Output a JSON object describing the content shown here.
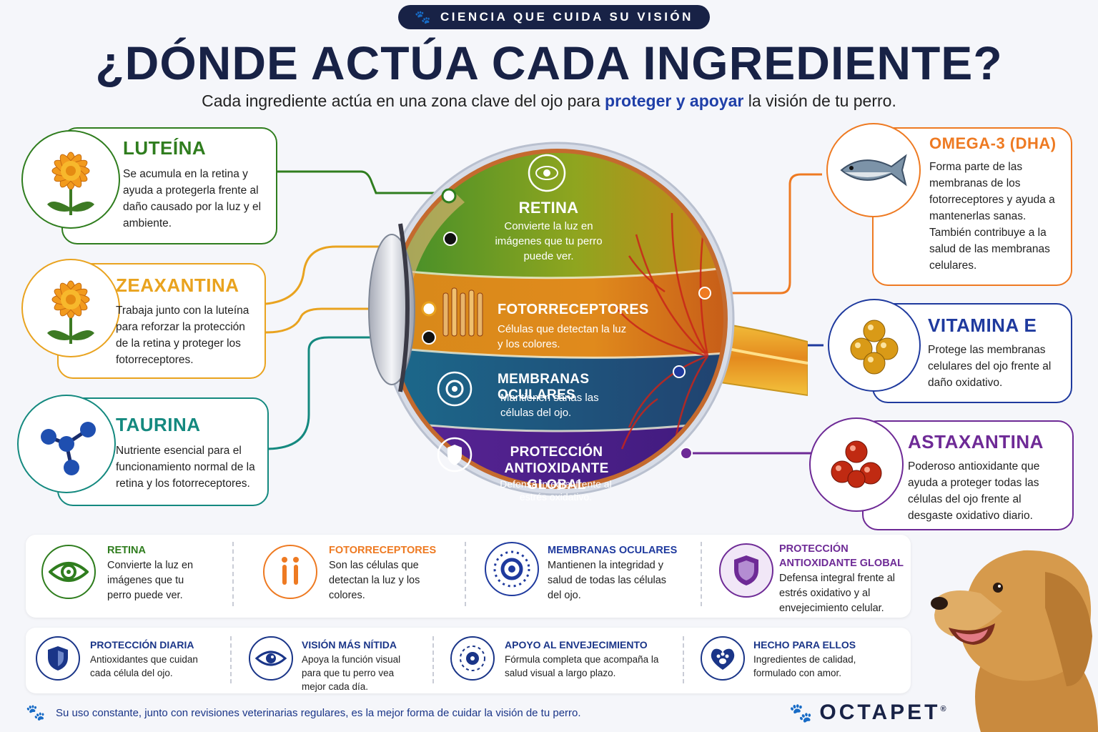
{
  "header": {
    "tagline": "CIENCIA QUE CUIDA SU VISIÓN",
    "title": "¿DÓNDE ACTÚA CADA INGREDIENTE?",
    "subtitle_before": "Cada ingrediente actúa en una zona clave del ojo para ",
    "subtitle_highlight": "proteger y apoyar",
    "subtitle_after": " la visión de tu perro."
  },
  "ingredients_left": [
    {
      "name": "LUTEÍNA",
      "desc": "Se acumula en la retina y ayuda a protegerla frente al daño causado por la luz y el ambiente.",
      "color": "#2f7d1e",
      "icon": "marigold-flower-icon"
    },
    {
      "name": "ZEAXANTINA",
      "desc": "Trabaja junto con la luteína para reforzar la protección de la retina y proteger los fotorreceptores.",
      "color": "#e9a31f",
      "icon": "marigold-flower-icon"
    },
    {
      "name": "TAURINA",
      "desc": "Nutriente esencial para el funcionamiento normal de la retina y los fotorreceptores.",
      "color": "#14897f",
      "icon": "molecule-icon"
    }
  ],
  "ingredients_right": [
    {
      "name": "OMEGA-3 (DHA)",
      "desc": "Forma parte de las membranas de los fotorreceptores y ayuda a mantenerlas sanas. También contribuye a la salud de las membranas celulares.",
      "color": "#ee7a22",
      "icon": "fish-icon"
    },
    {
      "name": "VITAMINA E",
      "desc": "Protege las membranas celulares del ojo frente al daño oxidativo.",
      "color": "#1f3a9e",
      "icon": "golden-capsules-icon"
    },
    {
      "name": "ASTAXANTINA",
      "desc": "Poderoso antioxidante que ayuda a proteger todas las células del ojo frente al desgaste oxidativo diario.",
      "color": "#6e2a96",
      "icon": "red-capsules-icon"
    }
  ],
  "eye_zones": [
    {
      "title": "RETINA",
      "desc": "Convierte la luz en imágenes que tu perro puede ver."
    },
    {
      "title": "FOTORRECEPTORES",
      "desc": "Células que detectan la luz y los colores."
    },
    {
      "title": "MEMBRANAS OCULARES",
      "desc": "Mantienen sanas las células del ojo."
    },
    {
      "title": "PROTECCIÓN ANTIOXIDANTE GLOBAL",
      "desc": "Defensa integral frente al estrés oxidativo."
    }
  ],
  "summary": [
    {
      "title": "RETINA",
      "desc": "Convierte la luz en imágenes que tu perro puede ver.",
      "color": "#2f7d1e",
      "icon": "eye-icon"
    },
    {
      "title": "FOTORRECEPTORES",
      "desc": "Son las células que detectan la luz y los colores.",
      "color": "#ee7a22",
      "icon": "photoreceptor-icon"
    },
    {
      "title": "MEMBRANAS OCULARES",
      "desc": "Mantienen la integridad y salud de todas las células del ojo.",
      "color": "#1f3a9e",
      "icon": "cell-membrane-icon"
    },
    {
      "title": "PROTECCIÓN ANTIOXIDANTE GLOBAL",
      "desc": "Defensa integral frente al estrés oxidativo y al envejecimiento celular.",
      "color": "#6e2a96",
      "icon": "shield-icon"
    }
  ],
  "benefits": [
    {
      "title": "PROTECCIÓN DIARIA",
      "desc": "Antioxidantes que cuidan cada célula del ojo.",
      "icon": "shield-icon"
    },
    {
      "title": "VISIÓN MÁS NÍTIDA",
      "desc": "Apoya la función visual para que tu perro vea mejor cada día.",
      "icon": "eye-icon"
    },
    {
      "title": "APOYO AL ENVEJECIMIENTO",
      "desc": "Fórmula completa que acompaña la salud visual a largo plazo.",
      "icon": "target-icon"
    },
    {
      "title": "HECHO PARA ELLOS",
      "desc": "Ingredientes de calidad, formulado con amor.",
      "icon": "paw-heart-icon"
    }
  ],
  "footer": {
    "note": "Su uso constante, junto con revisiones veterinarias regulares, es la mejor forma de cuidar la visión de tu perro.",
    "brand": "OCTAPET",
    "trademark": "®"
  }
}
